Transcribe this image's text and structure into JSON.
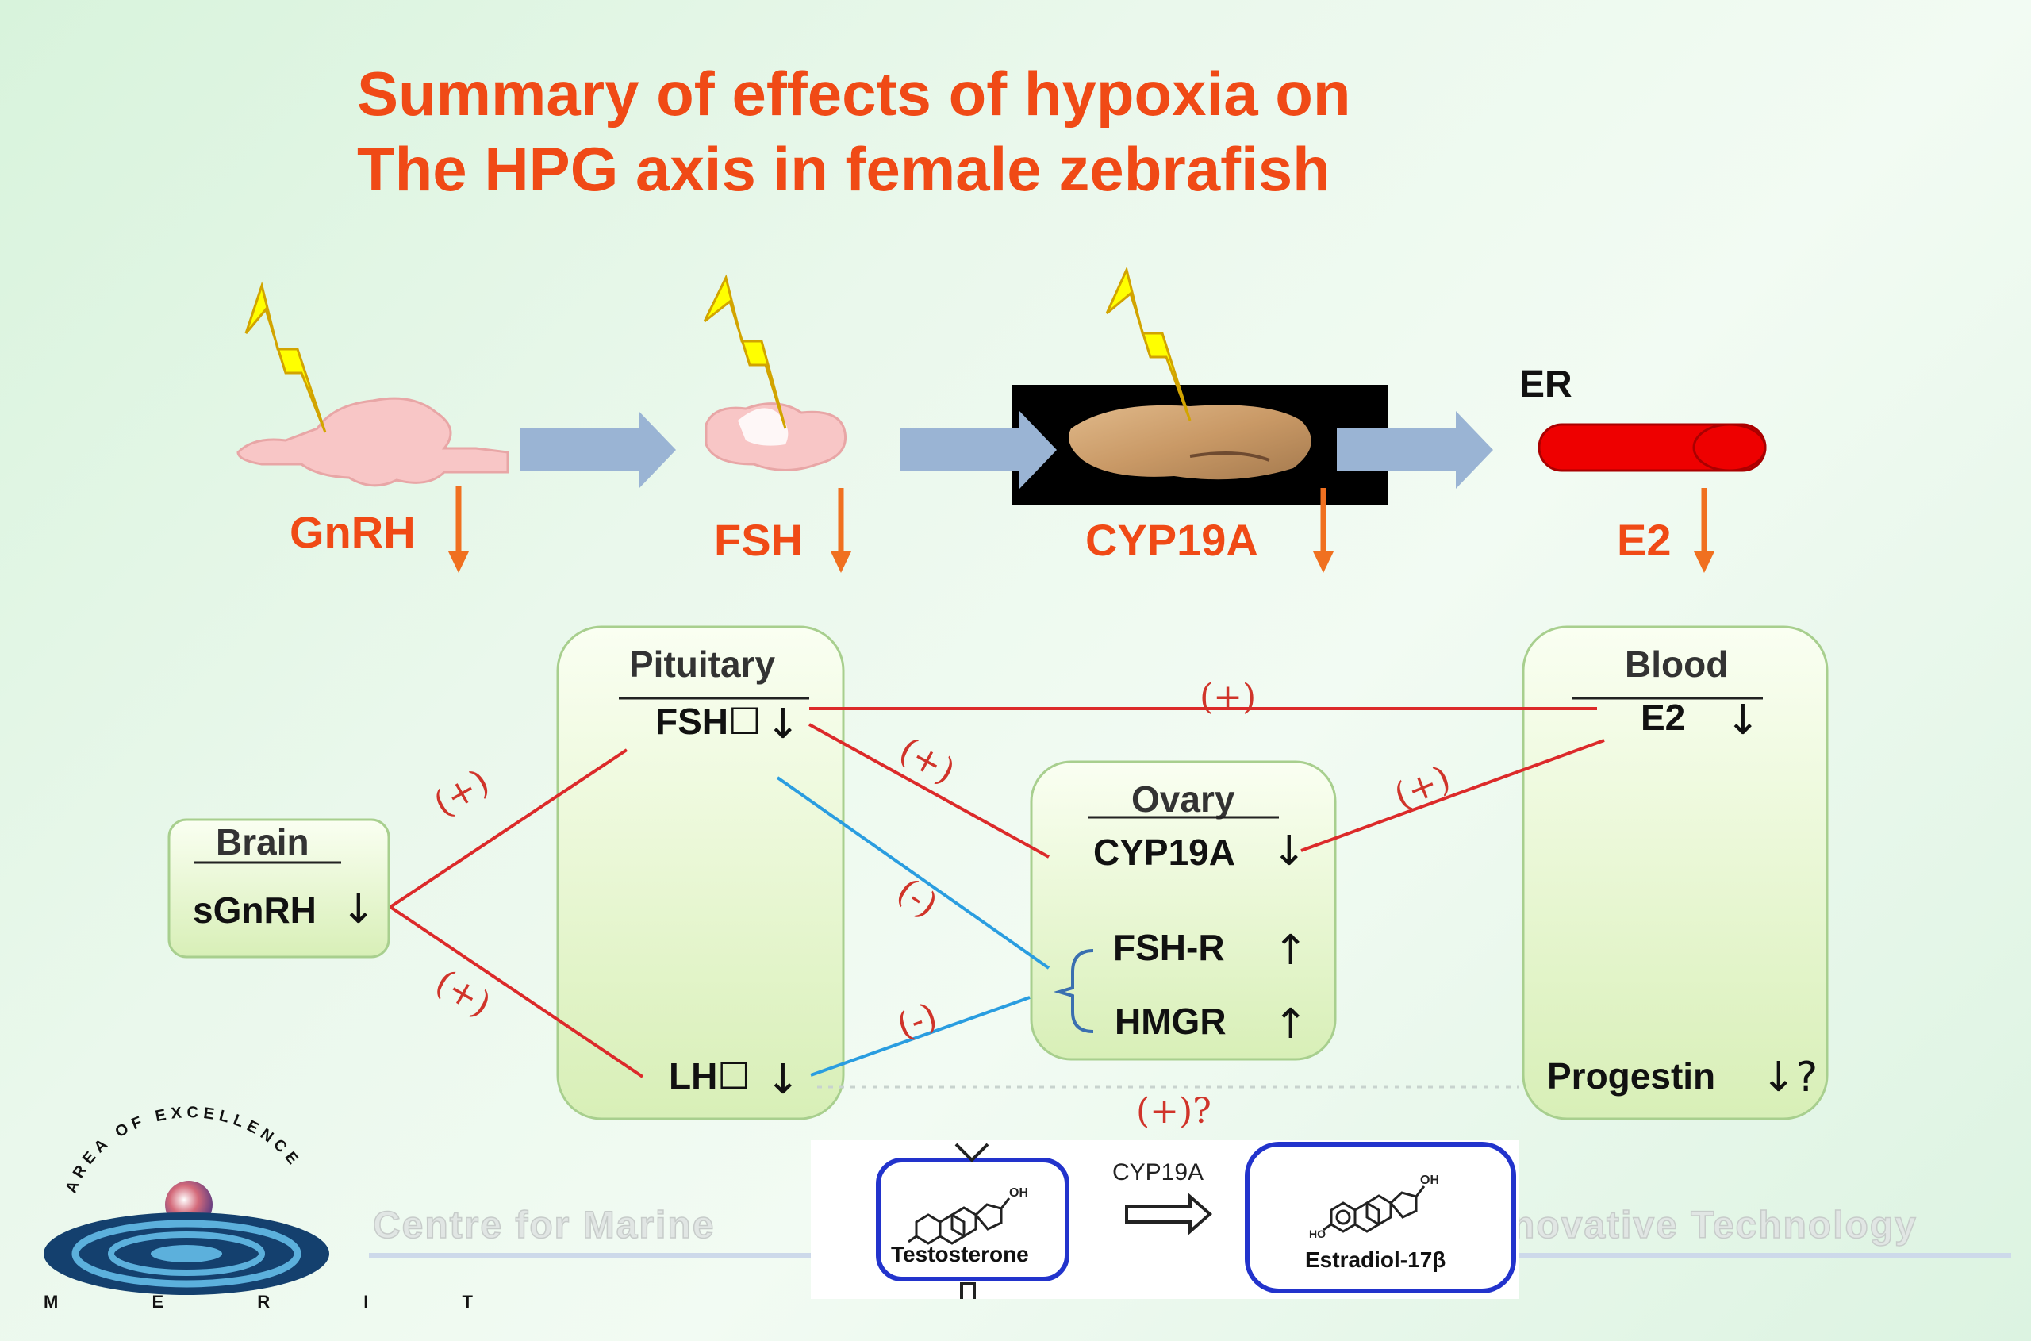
{
  "title": {
    "line1": "Summary of effects of hypoxia on",
    "line2": "The HPG axis in female zebrafish"
  },
  "top_row": {
    "er_label": "ER",
    "hormones": [
      "GnRH",
      "FSH",
      "CYP19A",
      "E2"
    ]
  },
  "boxes": {
    "brain": {
      "title": "Brain",
      "items": [
        {
          "label": "sGnRH",
          "trend": "↓"
        }
      ]
    },
    "pituitary": {
      "title": "Pituitary",
      "items": [
        {
          "label": "FSH☐",
          "trend": "↓"
        },
        {
          "label": "LH☐",
          "trend": "↓"
        }
      ]
    },
    "ovary": {
      "title": "Ovary",
      "items": [
        {
          "label": "CYP19A",
          "trend": "↓"
        },
        {
          "label": "FSH-R",
          "trend": "↑"
        },
        {
          "label": "HMGR",
          "trend": "↑"
        }
      ]
    },
    "blood": {
      "title": "Blood",
      "items": [
        {
          "label": "E2",
          "trend": "↓"
        },
        {
          "label": "Progestin",
          "trend": "↓?"
        }
      ]
    }
  },
  "effects": {
    "fsh_to_e2": "(+)",
    "brain_to_fsh": "(+)",
    "brain_to_lh": "(+)",
    "fsh_to_cyp": "(+)",
    "e2_to_cyp": "(+)",
    "fsh_to_ovary": "(-)",
    "lh_to_ovary": "(-)",
    "lh_to_blood": "(+)?"
  },
  "reaction": {
    "enzyme": "CYP19A",
    "substrate": "Testosterone",
    "product": "Estradiol-17β"
  },
  "footer": {
    "logo_arc_text": "AREA OF EXCELLENCE",
    "logo_bottom_text": "M E R I T",
    "centre_text_left": "Centre for Marine",
    "centre_text_right": "novative Technology"
  },
  "colors": {
    "title": "#f04a16",
    "positive_line": "#dc2a2a",
    "negative_line": "#2a9de0",
    "box_border": "#a8cf8e",
    "flow_arrow": "#9ab4d4",
    "receptor": "#ee0000"
  }
}
